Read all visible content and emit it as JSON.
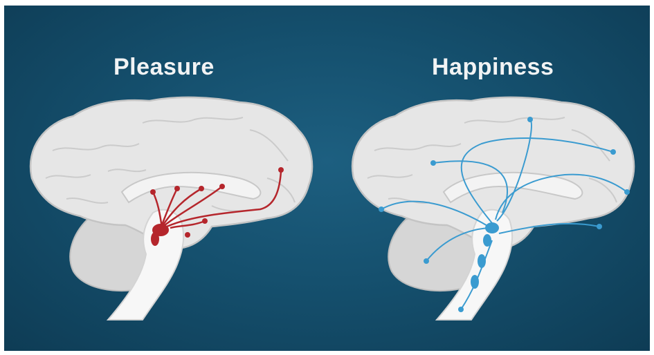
{
  "titles": {
    "left": "Pleasure",
    "right": "Happiness"
  },
  "colors": {
    "background": "#15506e",
    "brain_fill": "#e8e8e8",
    "brain_outline": "#c9c9c9",
    "brainstem_fill": "#f7f7f7",
    "pleasure_pathway": "#b5262c",
    "happiness_pathway": "#3a9bd0"
  },
  "brains": [
    {
      "id": "left",
      "pathway": "pleasure",
      "pathway_icon": "red-dopamine-pathway"
    },
    {
      "id": "right",
      "pathway": "happiness",
      "pathway_icon": "blue-serotonin-pathway"
    }
  ]
}
